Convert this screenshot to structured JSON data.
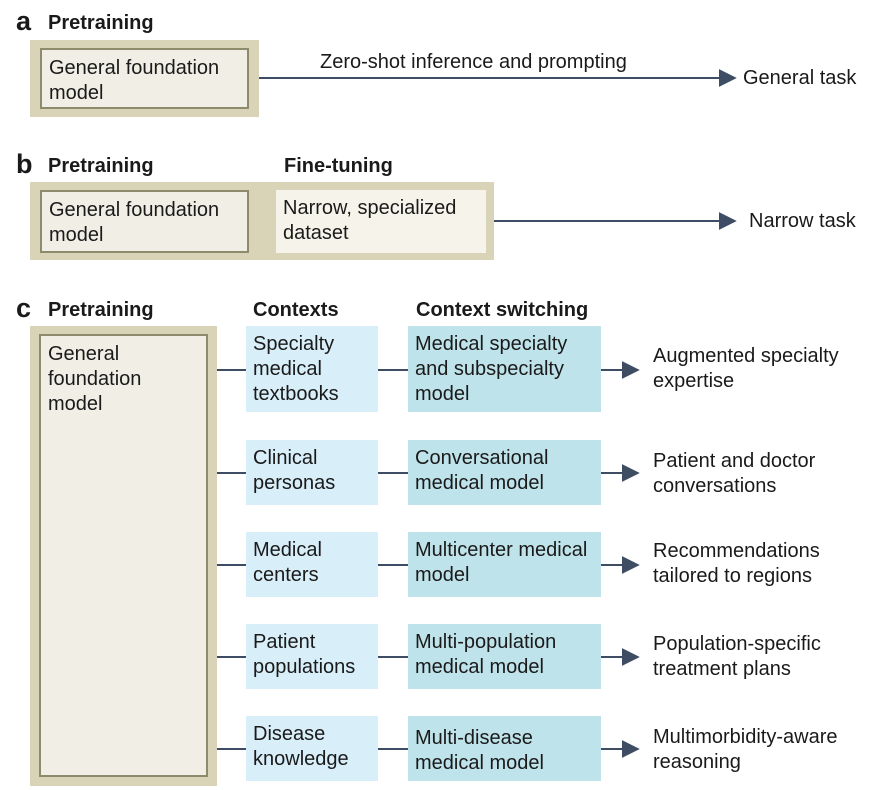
{
  "panel_a": {
    "letter": "a",
    "pretraining_header": "Pretraining",
    "model_box": "General foundation model",
    "arrow_label": "Zero-shot inference and prompting",
    "outcome": "General task"
  },
  "panel_b": {
    "letter": "b",
    "pretraining_header": "Pretraining",
    "finetuning_header": "Fine-tuning",
    "model_box": "General foundation model",
    "dataset_box": "Narrow, specialized dataset",
    "outcome": "Narrow task"
  },
  "panel_c": {
    "letter": "c",
    "pretraining_header": "Pretraining",
    "contexts_header": "Contexts",
    "switching_header": "Context switching",
    "model_box": "General foundation model",
    "rows": [
      {
        "context": "Specialty medical textbooks",
        "model": "Medical specialty and subspecialty model",
        "outcome": "Augmented specialty expertise"
      },
      {
        "context": "Clinical personas",
        "model": "Conversational medical model",
        "outcome": "Patient and doctor conversations"
      },
      {
        "context": "Medical centers",
        "model": "Multicenter medical model",
        "outcome": "Recommendations tailored to regions"
      },
      {
        "context": "Patient populations",
        "model": "Multi-population medical model",
        "outcome": "Population-specific treatment plans"
      },
      {
        "context": "Disease knowledge",
        "model": "Multi-disease medical model",
        "outcome": "Multimorbidity-aware reasoning"
      }
    ]
  },
  "colors": {
    "outer_frame": "#d9d4b8",
    "inner_box": "#f1efe5",
    "context_box": "#d8eef9",
    "switching_box": "#bfe3ea",
    "arrow": "#3e4d63"
  }
}
